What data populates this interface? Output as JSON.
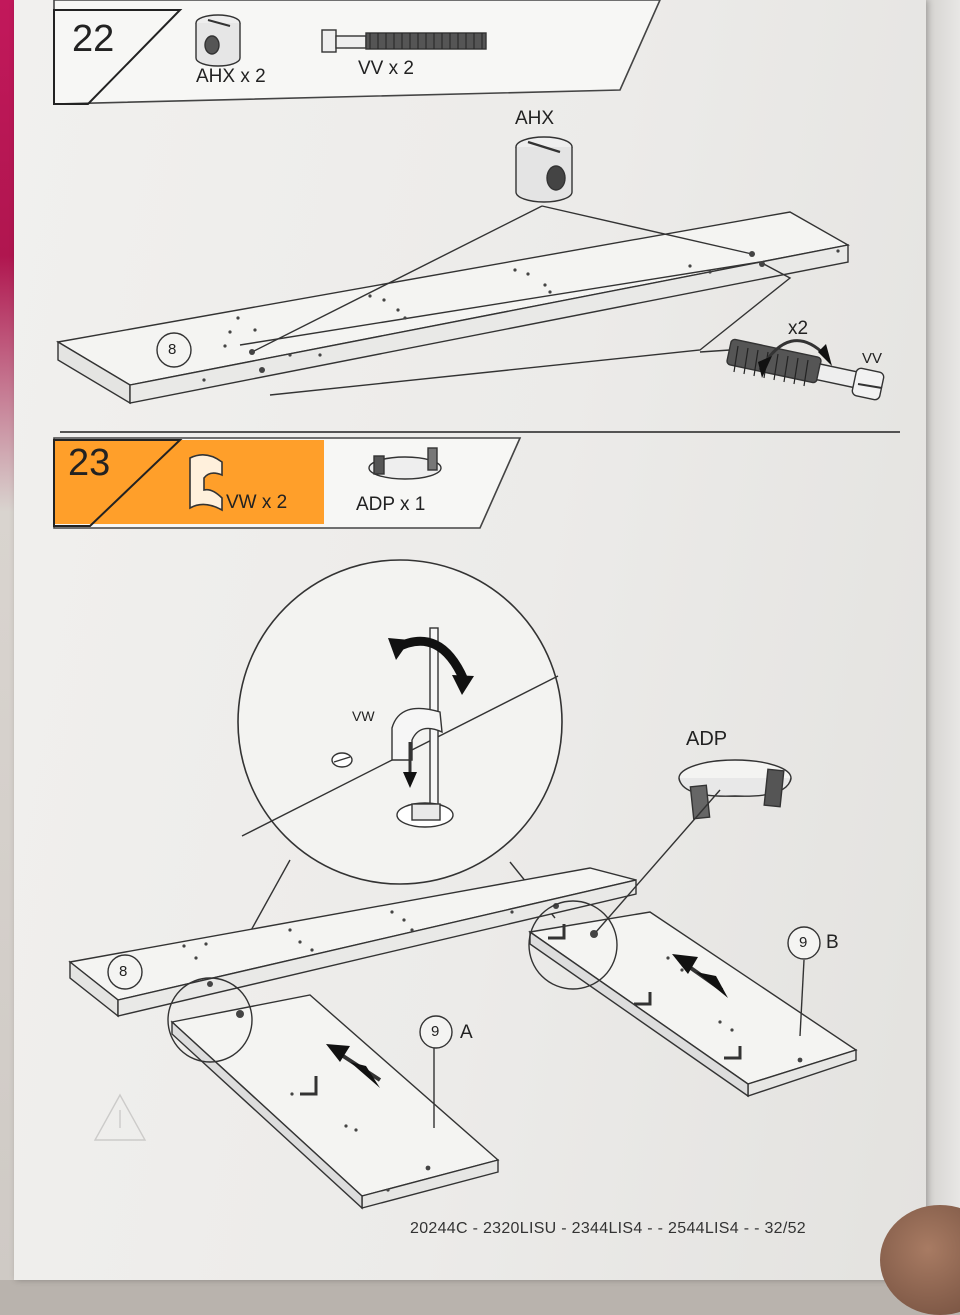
{
  "step22": {
    "number": "22",
    "parts": [
      {
        "label": "AHX x 2",
        "icon": "cam-lock-nut-icon"
      },
      {
        "label": "VV x 2",
        "icon": "threaded-bolt-icon"
      }
    ],
    "callout_part": "AHX",
    "callout_bolt": "VV",
    "rotation": "x2",
    "board": "8"
  },
  "step23": {
    "number": "23",
    "highlight_color": "#ff9a1f",
    "parts": [
      {
        "label": "VW x  2",
        "icon": "clip-icon"
      },
      {
        "label": "ADP x 1",
        "icon": "adapter-disc-icon"
      }
    ],
    "zoom_label": "VW",
    "adp_label": "ADP",
    "board_top": "8",
    "board_a_num": "9",
    "board_a_letter": "A",
    "board_b_num": "9",
    "board_b_letter": "B"
  },
  "footer": {
    "text": "20244C - 2320LISU - 2344LIS4 -  - 2544LIS4 -  - 32/52"
  }
}
